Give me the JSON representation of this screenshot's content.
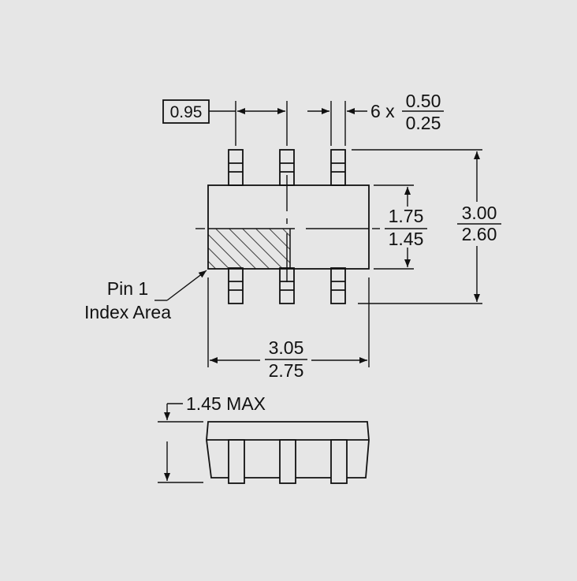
{
  "pitch": {
    "value": "0.95"
  },
  "lead_width": {
    "count": "6 x",
    "max": "0.50",
    "min": "0.25"
  },
  "body_width": {
    "max": "1.75",
    "min": "1.45"
  },
  "overall_width": {
    "max": "3.00",
    "min": "2.60"
  },
  "body_length": {
    "max": "3.05",
    "min": "2.75"
  },
  "pin1": {
    "line1": "Pin 1",
    "line2": "Index Area"
  },
  "height": {
    "label": "1.45 MAX"
  },
  "colors": {
    "background": "#e6e6e6",
    "ink": "#111111"
  }
}
